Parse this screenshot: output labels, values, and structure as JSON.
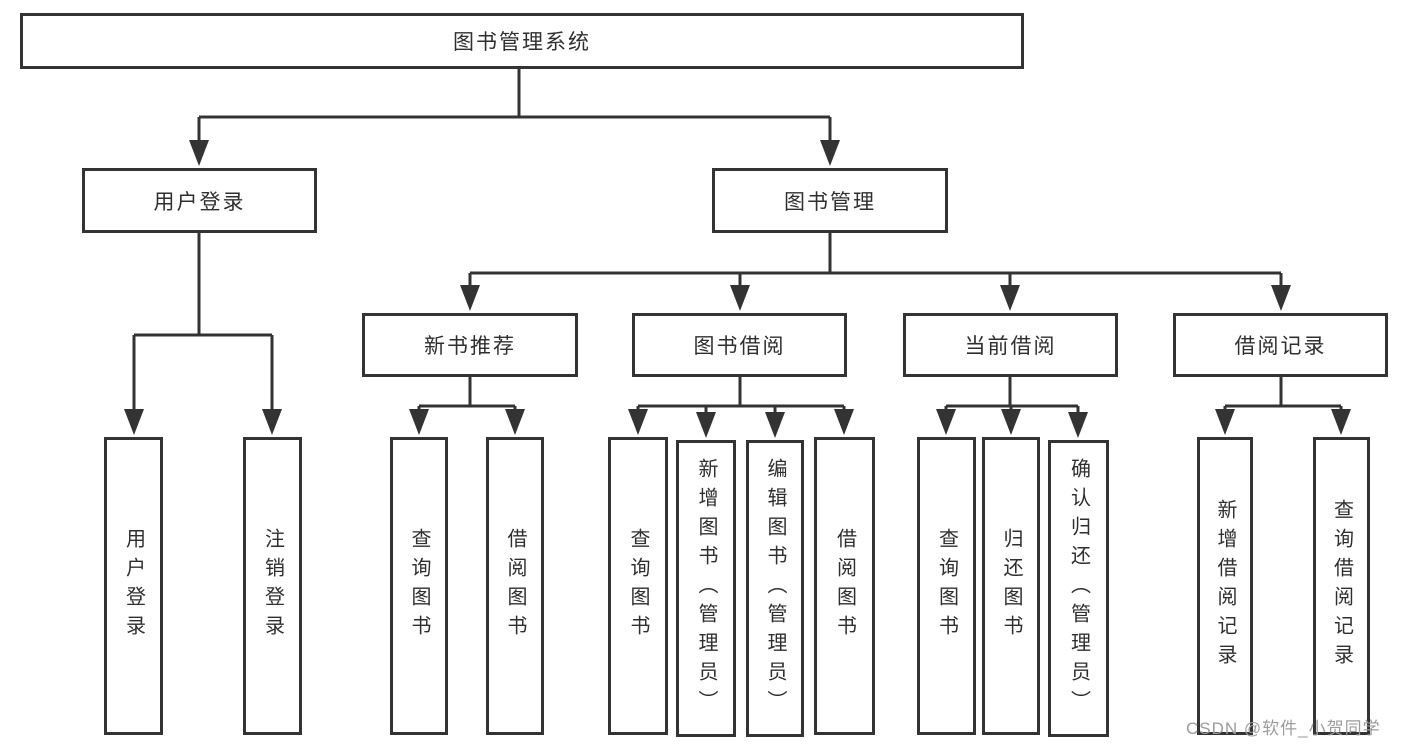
{
  "tree": {
    "root": {
      "label": "图书管理系统",
      "children": [
        {
          "label": "用户登录",
          "children": [
            {
              "label": "用户登录"
            },
            {
              "label": "注销登录"
            }
          ]
        },
        {
          "label": "图书管理",
          "children": [
            {
              "label": "新书推荐",
              "children": [
                {
                  "label": "查询图书"
                },
                {
                  "label": "借阅图书"
                }
              ]
            },
            {
              "label": "图书借阅",
              "children": [
                {
                  "label": "查询图书"
                },
                {
                  "label": "新增图书（管理员）"
                },
                {
                  "label": "编辑图书（管理员）"
                },
                {
                  "label": "借阅图书"
                }
              ]
            },
            {
              "label": "当前借阅",
              "children": [
                {
                  "label": "查询图书"
                },
                {
                  "label": "归还图书"
                },
                {
                  "label": "确认归还（管理员）"
                }
              ]
            },
            {
              "label": "借阅记录",
              "children": [
                {
                  "label": "新增借阅记录"
                },
                {
                  "label": "查询借阅记录"
                }
              ]
            }
          ]
        }
      ]
    }
  },
  "watermark": {
    "text": "CSDN @软件_小贺同学"
  },
  "colors": {
    "line": "#333333",
    "node_border": "#333333",
    "node_fill": "#ffffff",
    "text": "#2f2f2f",
    "watermark_text": "#9c9c9c",
    "background": "#ffffff"
  }
}
